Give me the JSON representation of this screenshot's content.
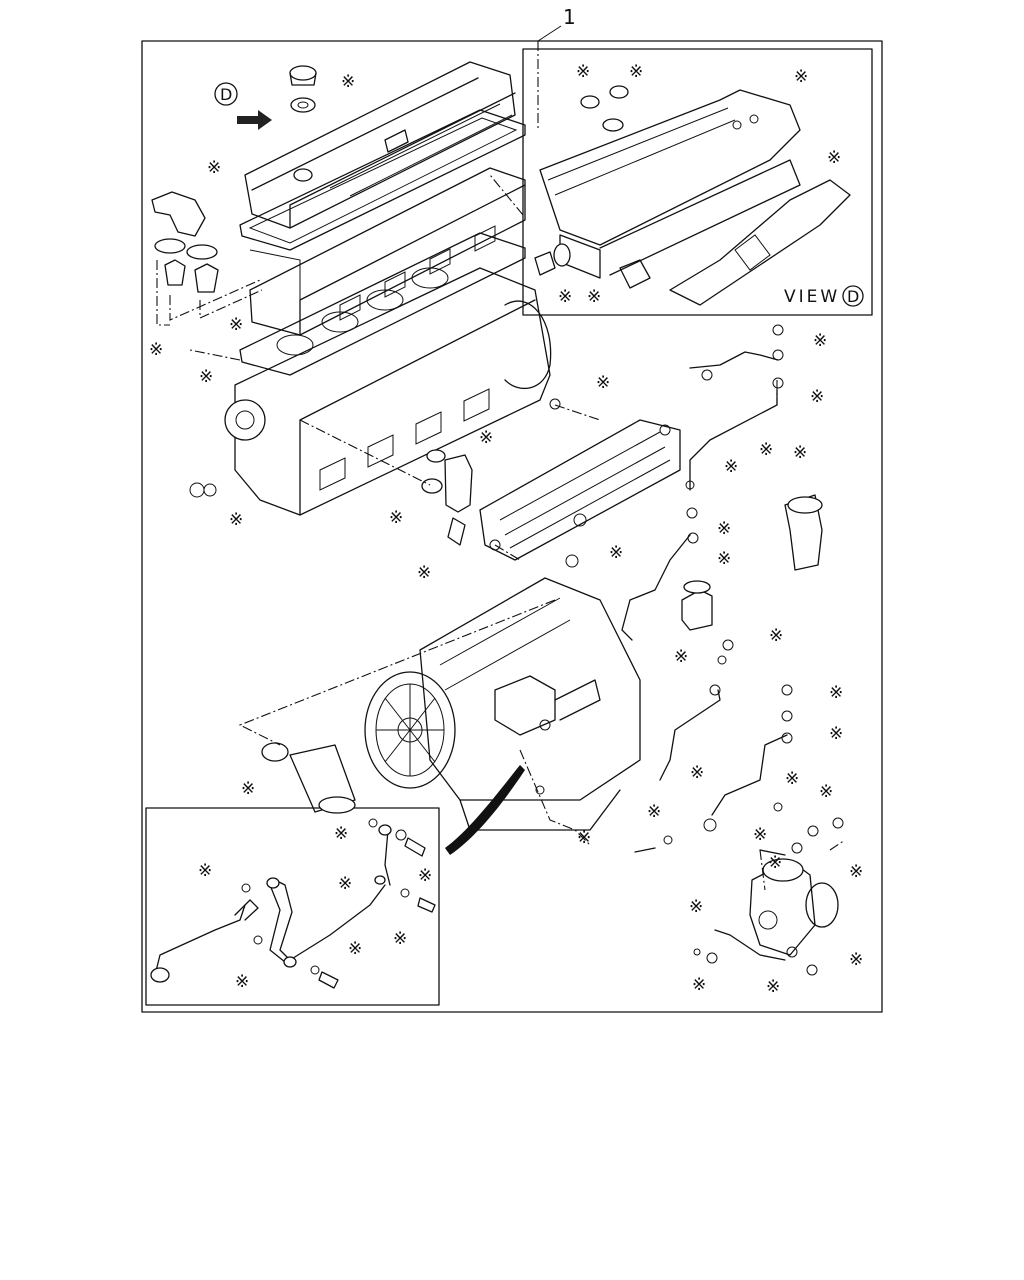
{
  "callout_number": "1",
  "view_letter": "D",
  "view_label": "VIEW",
  "part_marker": "※"
}
